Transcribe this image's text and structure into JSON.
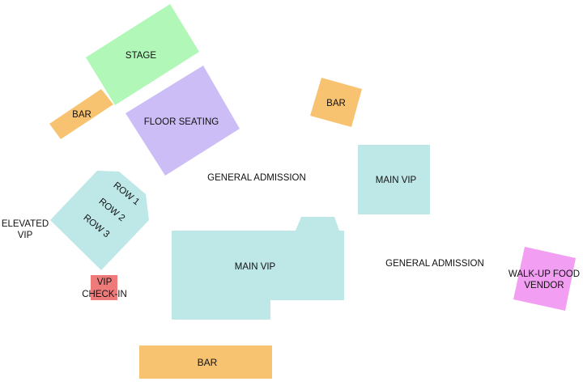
{
  "colors": {
    "stage": "#b0f7b8",
    "bar": "#f8c370",
    "floor": "#cdbdf7",
    "vip": "#bde8e7",
    "checkin": "#ef7a7a",
    "vendor": "#f29ef2",
    "text": "#111111"
  },
  "labels": {
    "stage": "STAGE",
    "bar_left": "BAR",
    "bar_top": "BAR",
    "bar_bottom": "BAR",
    "floor_seating": "FLOOR SEATING",
    "general_admission_top": "GENERAL ADMISSION",
    "general_admission_right": "GENERAL ADMISSION",
    "main_vip_small": "MAIN VIP",
    "main_vip_large": "MAIN VIP",
    "elevated_vip_line1": "ELEVATED",
    "elevated_vip_line2": "VIP",
    "row1": "ROW 1",
    "row2": "ROW 2",
    "row3": "ROW 3",
    "vip_checkin_line1": "VIP",
    "vip_checkin_line2": "CHECK-IN",
    "vendor_line1": "WALK-UP FOOD",
    "vendor_line2": "VENDOR"
  }
}
